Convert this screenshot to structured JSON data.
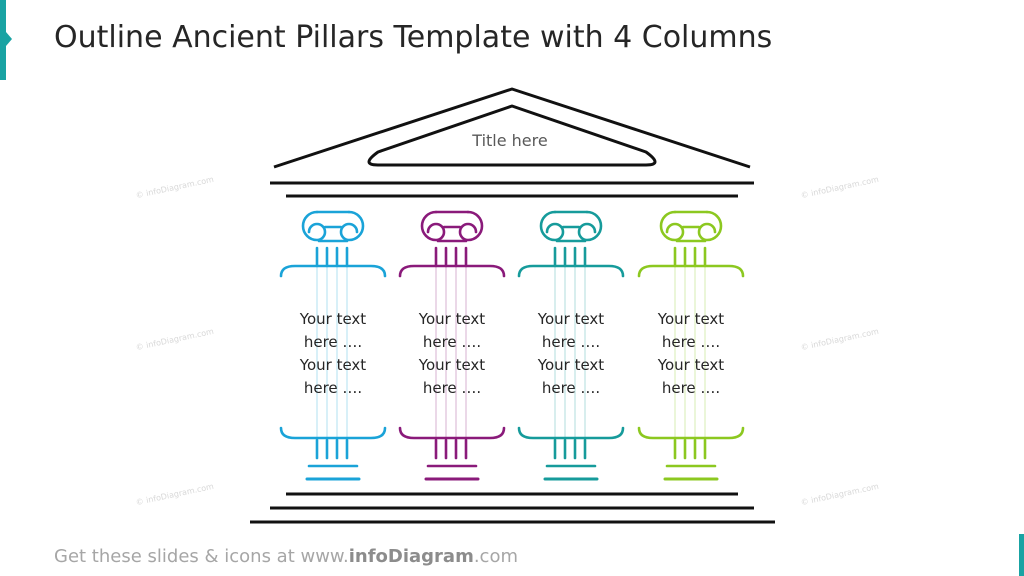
{
  "slide": {
    "title": "Outline Ancient Pillars Template with 4 Columns",
    "temple_title": "Title here"
  },
  "columns": [
    {
      "color": "#1aa3d8",
      "line1": "Your text",
      "line2": "here ….",
      "line3": "Your text",
      "line4": "here …."
    },
    {
      "color": "#8a1a7a",
      "line1": "Your text",
      "line2": "here ….",
      "line3": "Your text",
      "line4": "here …."
    },
    {
      "color": "#169b9b",
      "line1": "Your text",
      "line2": "here ….",
      "line3": "Your text",
      "line4": "here …."
    },
    {
      "color": "#8cc820",
      "line1": "Your text",
      "line2": "here ….",
      "line3": "Your text",
      "line4": "here …."
    }
  ],
  "watermark": "© infoDiagram.com",
  "footer": {
    "prefix": "Get these slides & icons at www.",
    "brand": "infoDiagram",
    "suffix": ".com"
  },
  "colors": {
    "accent": "#19a3a3",
    "outline": "#111111"
  }
}
